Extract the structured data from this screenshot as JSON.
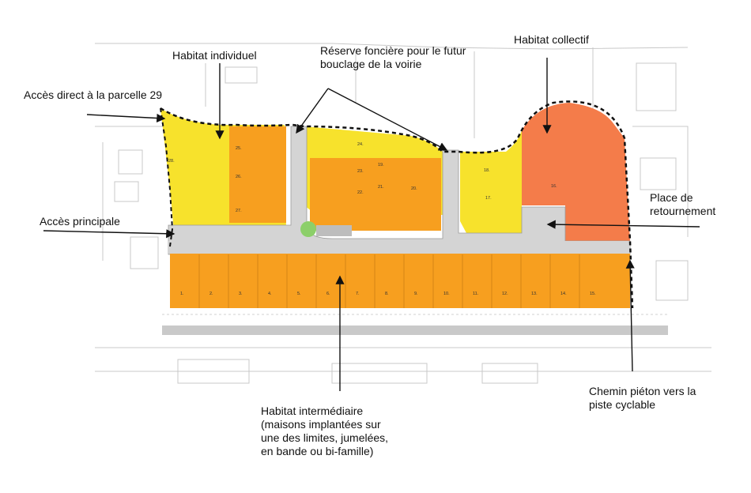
{
  "labels": {
    "habitat_individuel": "Habitat individuel",
    "reserve_fonciere": "Réserve foncière pour le futur bouclage de la voirie",
    "habitat_collectif": "Habitat collectif",
    "acces_direct": "Accès direct à la parcelle 29",
    "acces_principale": "Accès principale",
    "place_retournement": "Place de retournement",
    "habitat_intermediaire": "Habitat intermédiaire (maisons implantées sur une des limites, jumelées, en bande ou bi-famille)",
    "chemin_pieton": "Chemin piéton vers la piste cyclable"
  },
  "lots_south": [
    "1.",
    "2.",
    "3.",
    "4.",
    "5.",
    "6.",
    "7.",
    "8.",
    "9.",
    "10.",
    "11.",
    "12.",
    "13.",
    "14.",
    "15."
  ],
  "lots_north": [
    "16.",
    "17.",
    "18.",
    "19.",
    "20.",
    "21.",
    "22.",
    "23.",
    "24.",
    "25.",
    "26.",
    "27.",
    "28."
  ],
  "colors": {
    "individuel": "#f7e22c",
    "intermediaire": "#f79f1f",
    "collectif": "#f47c4a",
    "voirie": "#d4d4d4",
    "green": "#8ccf6a",
    "background_lines": "#bdbdbd"
  }
}
